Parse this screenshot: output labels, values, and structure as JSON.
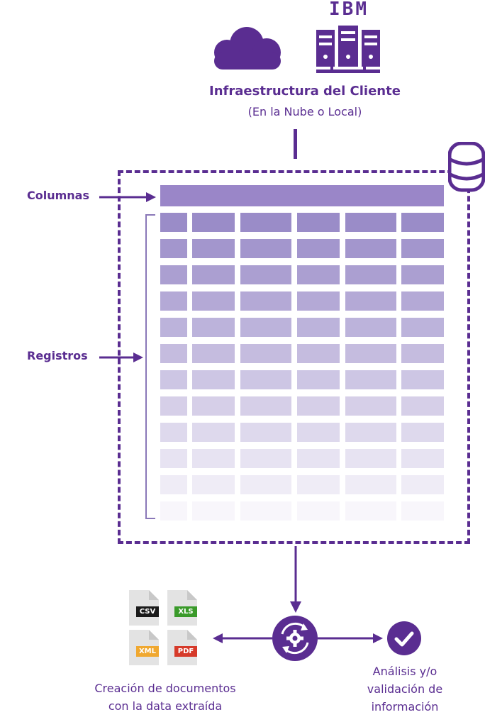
{
  "header": {
    "ibm_logo": "IBM",
    "title": "Infraestructura del Cliente",
    "subtitle": "(En la Nube o Local)"
  },
  "labels": {
    "columns": "Columnas",
    "records": "Registros"
  },
  "documents": {
    "caption_line1": "Creación de documentos",
    "caption_line2": "con la data extraída",
    "formats": [
      "CSV",
      "XLS",
      "XML",
      "PDF"
    ]
  },
  "validation": {
    "line1": "Análisis y/o",
    "line2": "validación de",
    "line3": "información"
  },
  "icons": [
    "cloud-icon",
    "server-rack-icon",
    "database-icon",
    "process-gear-icon",
    "check-icon"
  ],
  "colors": {
    "primary": "#5a2d91",
    "header_bar": "#9a86c8",
    "csv_tag": "#1a1a1a",
    "xls_tag": "#3a9a2a",
    "xml_tag": "#f0a830",
    "pdf_tag": "#d63a2a",
    "doc_paper": "#e3e3e3"
  }
}
